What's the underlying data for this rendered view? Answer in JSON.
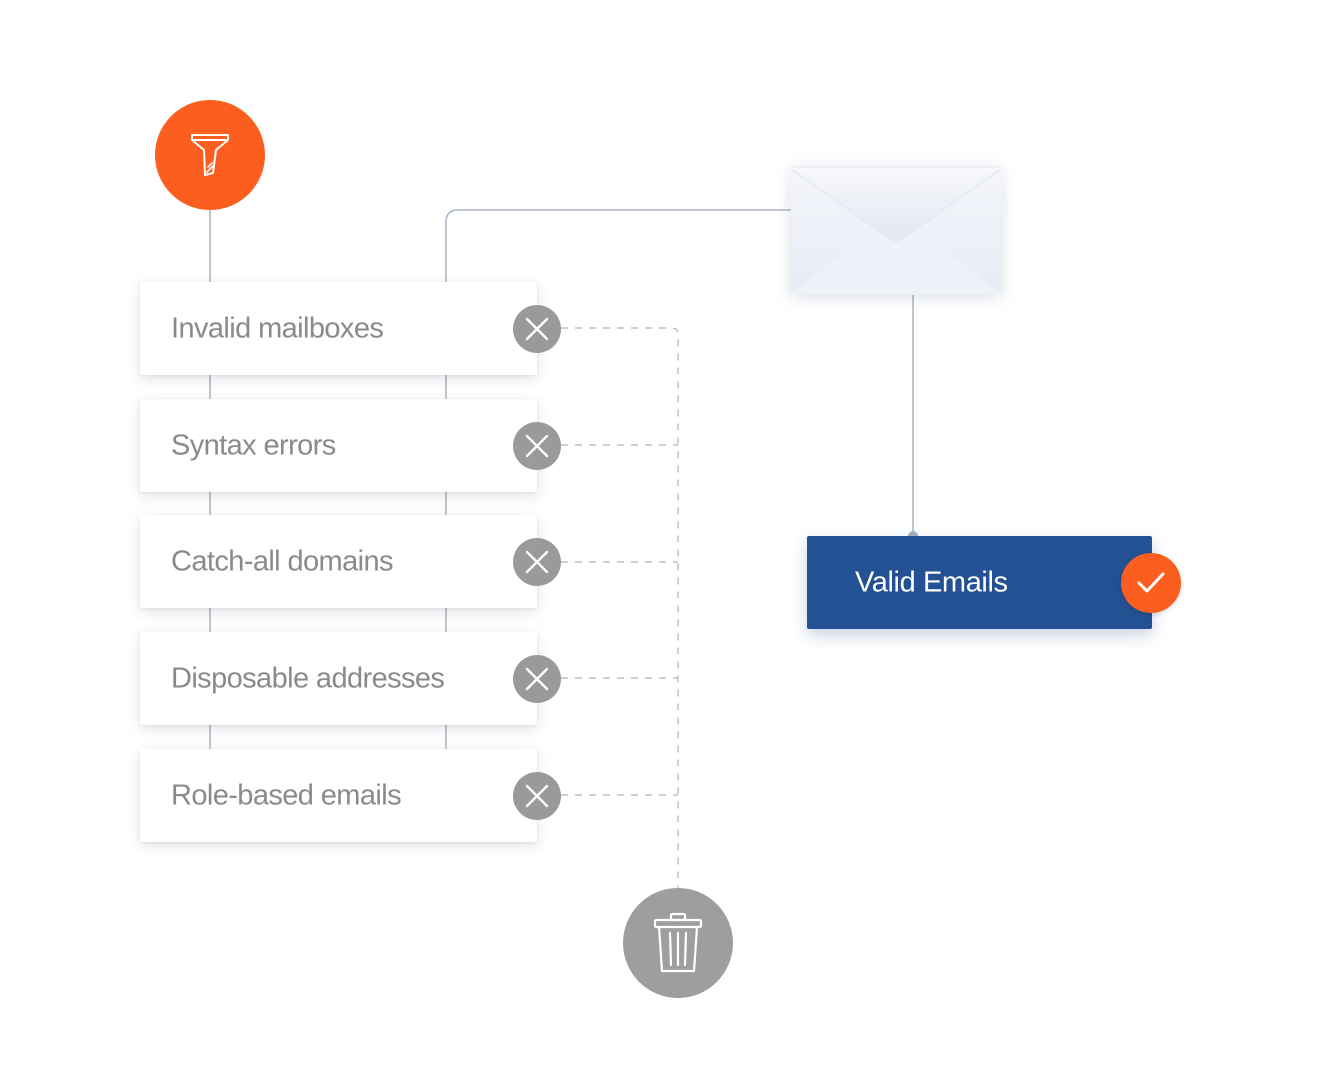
{
  "colors": {
    "accent_orange": "#fb5e1f",
    "primary_blue": "#235193",
    "reject_gray": "#9a9a9a",
    "trash_gray": "#9e9e9e",
    "label_gray": "#8a8a8a",
    "connector_line": "#a9b4c5",
    "envelope_fill": "#eef1f8"
  },
  "filter": {
    "icon": "filter-funnel-icon"
  },
  "rules": [
    {
      "label": "Invalid mailboxes",
      "icon": "close-x-icon"
    },
    {
      "label": "Syntax errors",
      "icon": "close-x-icon"
    },
    {
      "label": "Catch-all domains",
      "icon": "close-x-icon"
    },
    {
      "label": "Disposable addresses",
      "icon": "close-x-icon"
    },
    {
      "label": "Role-based emails",
      "icon": "close-x-icon"
    }
  ],
  "envelope": {
    "icon": "envelope-icon"
  },
  "valid": {
    "label": "Valid Emails",
    "icon": "checkmark-icon"
  },
  "trash": {
    "icon": "trash-can-icon"
  }
}
